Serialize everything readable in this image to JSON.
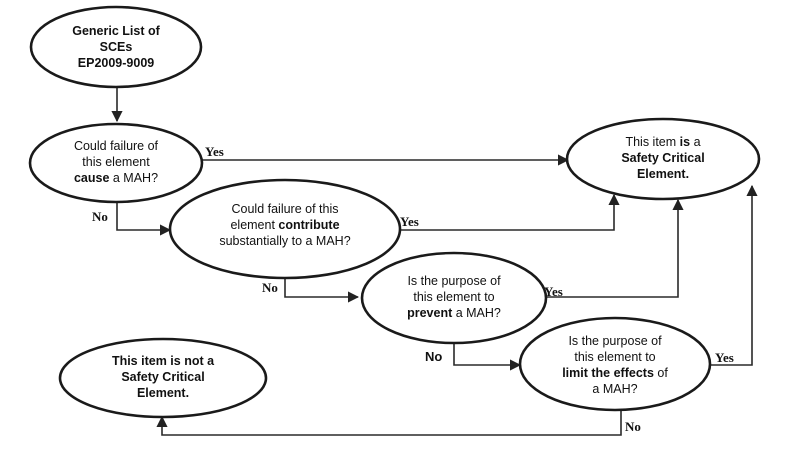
{
  "diagram": {
    "nodes": {
      "start": {
        "line1": "Generic List of",
        "line2": "SCEs",
        "line3": "EP2009-9009"
      },
      "q1": {
        "line1": "Could failure of",
        "line2": "this element",
        "line3_bold": "cause",
        "line3_rest": " a MAH?"
      },
      "q2": {
        "line1": "Could failure of this",
        "line2_plain": "element ",
        "line2_bold": "contribute",
        "line3": "substantially to a MAH?"
      },
      "q3": {
        "line1": "Is the purpose of",
        "line2": "this element to",
        "line3_bold": "prevent",
        "line3_rest": " a MAH?"
      },
      "q4": {
        "line1": "Is the purpose of",
        "line2": "this element to",
        "line3_bold": "limit the effects",
        "line3_rest": " of",
        "line4": "a MAH?"
      },
      "sce": {
        "line1_plain": "This item ",
        "line1_bold": "is",
        "line1_rest": " a",
        "line2": "Safety Critical",
        "line3": "Element."
      },
      "not_sce": {
        "line1_plain": "This item is ",
        "line1_bold": "not",
        "line1_rest": " a",
        "line2": "Safety Critical",
        "line3": "Element."
      }
    },
    "labels": {
      "q1_yes": "Yes",
      "q1_no": "No",
      "q2_yes": "Yes",
      "q2_no": "No",
      "q3_yes": "Yes",
      "q3_no": "No",
      "q4_yes": "Yes",
      "q4_no": "No"
    }
  }
}
